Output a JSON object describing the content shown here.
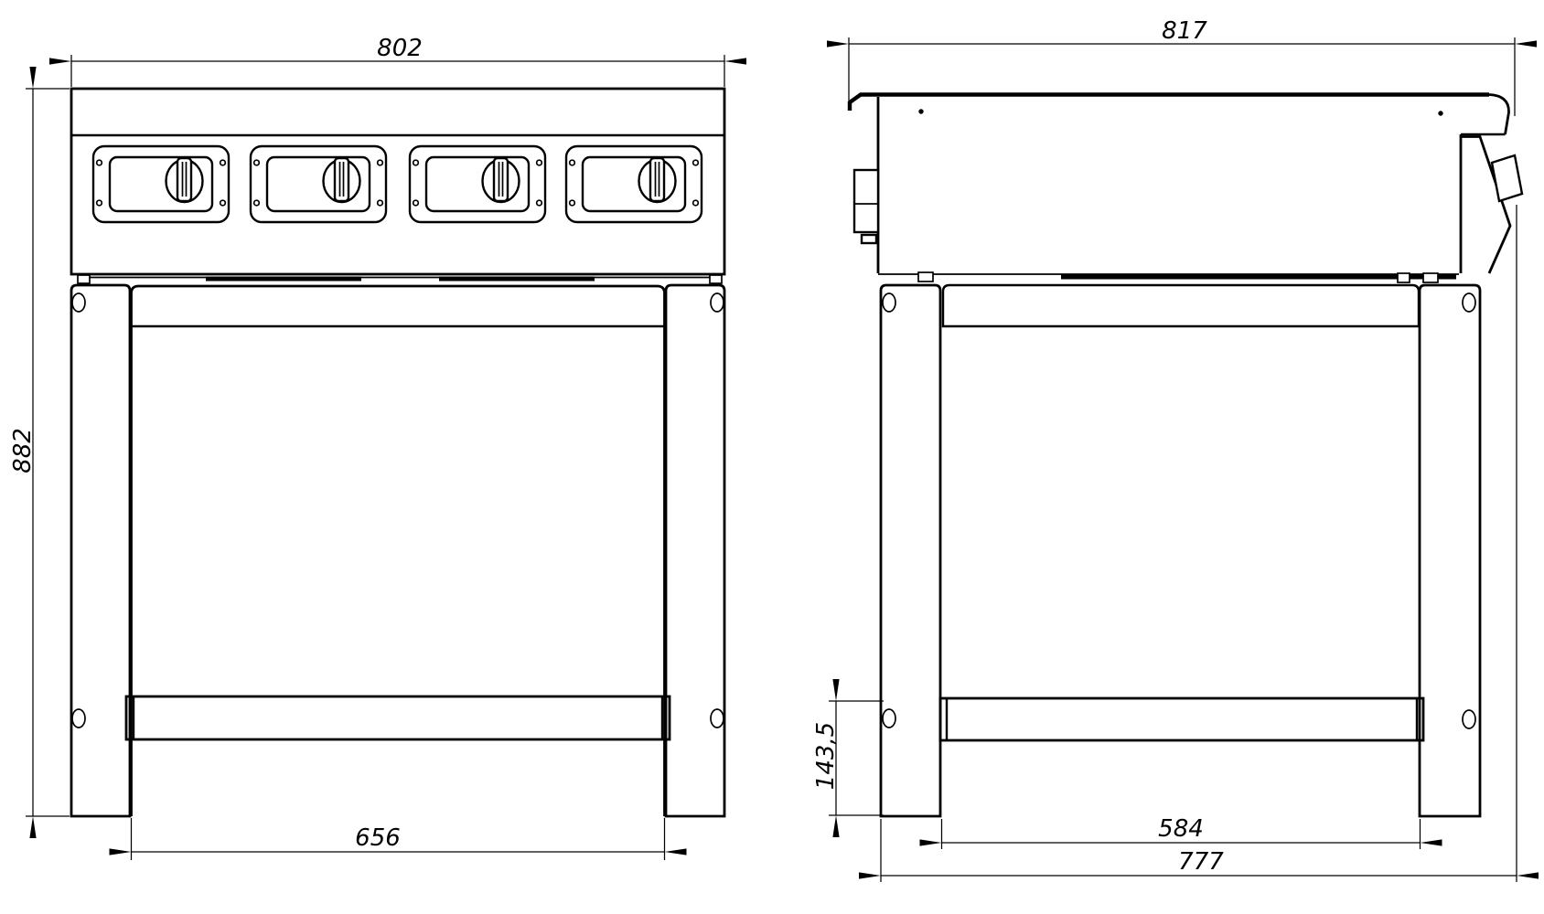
{
  "drawing": {
    "colors": {
      "line": "#000000",
      "background": "#ffffff"
    },
    "views": {
      "front": {
        "dimensions": {
          "overall_width": "802",
          "overall_height": "882",
          "base_width": "656"
        },
        "knob_panel_count": 4
      },
      "side": {
        "dimensions": {
          "overall_depth": "817",
          "frame_bottom_height": "143,5",
          "leg_clear_span": "584",
          "total_depth_with_knob": "777"
        }
      }
    }
  }
}
